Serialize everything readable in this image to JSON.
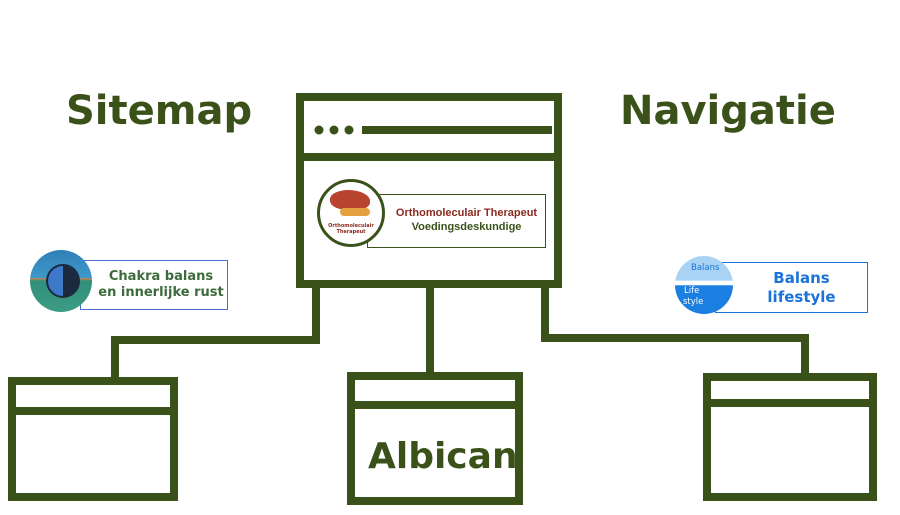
{
  "title_left": "Sitemap",
  "title_right": "Navigatie",
  "center_box_label": "Albican",
  "logos": {
    "main": {
      "line1": "Orthomoleculair Therapeut",
      "line2": "Voedingsdeskundige",
      "badge1": "Orthomoleculair",
      "badge2": "Therapeut"
    },
    "chakra": {
      "line1": "Chakra balans",
      "line2": "en innerlijke rust"
    },
    "balans": {
      "line1": "Balans",
      "line2": "lifestyle",
      "badge1": "Balans",
      "badge2": "Life",
      "badge3": "style"
    }
  },
  "colors": {
    "primary": "#3a5219",
    "chakra_text": "#3d6b3d",
    "balans_blue": "#1a73d9",
    "ortho_red": "#8b2a1e"
  }
}
